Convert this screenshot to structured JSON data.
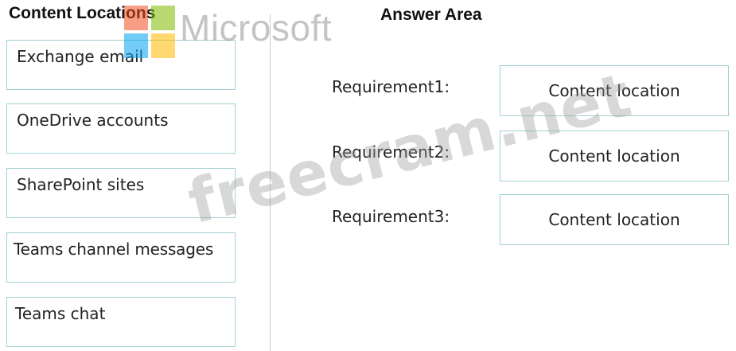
{
  "content_locations": {
    "heading": "Content Locations",
    "items": [
      {
        "label": "Exchange email"
      },
      {
        "label": "OneDrive accounts"
      },
      {
        "label": "SharePoint sites"
      },
      {
        "label": "Teams channel messages"
      },
      {
        "label": "Teams chat"
      }
    ]
  },
  "answer_area": {
    "heading": "Answer Area",
    "requirements": [
      {
        "label": "Requirement1:",
        "slot": "Content location"
      },
      {
        "label": "Requirement2:",
        "slot": "Content location"
      },
      {
        "label": "Requirement3:",
        "slot": "Content location"
      }
    ]
  },
  "watermarks": {
    "logo_wordmark": "Microsoft",
    "logo_colors": [
      "#f25022",
      "#7fba00",
      "#00a4ef",
      "#ffb900"
    ],
    "site_text": "freecram.net"
  }
}
